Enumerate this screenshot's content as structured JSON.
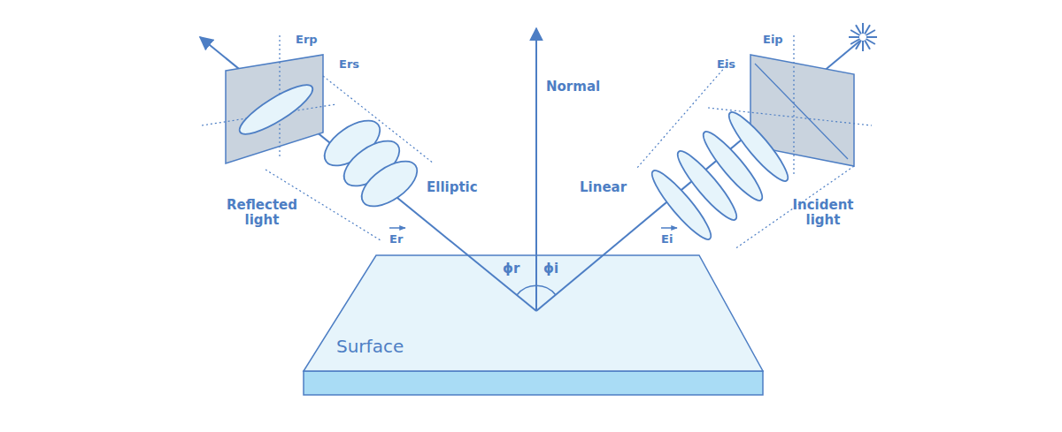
{
  "diagram": {
    "nodes": [
      {
        "text": [
          "Surface"
        ]
      }
    ],
    "labels": [
      "Erp",
      "Ers",
      "Reflected light",
      "Elliptic",
      "Er",
      "Normal",
      "ϕr",
      "ϕi",
      "Linear",
      "Ei",
      "Eip",
      "Eis",
      "Incident light"
    ]
  }
}
